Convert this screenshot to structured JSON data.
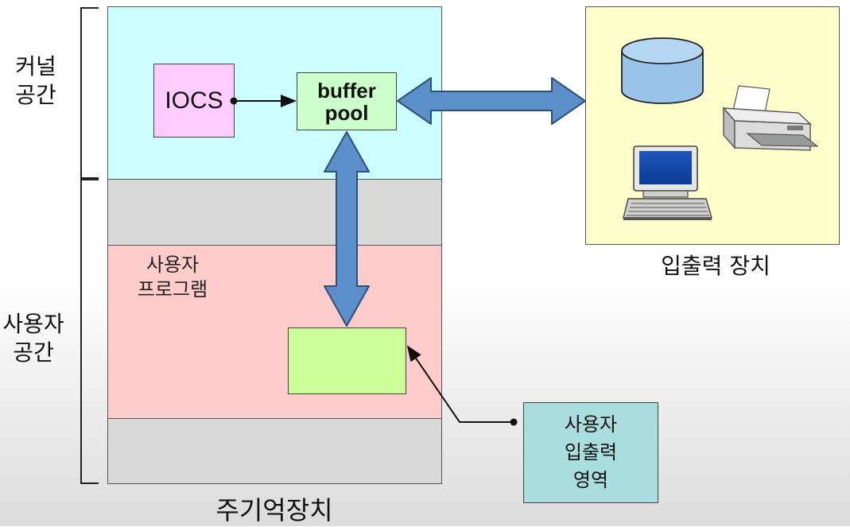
{
  "labels": {
    "kernel_space": [
      "커널",
      "공간"
    ],
    "user_space": [
      "사용자",
      "공간"
    ],
    "iocs": "IOCS",
    "buffer_pool": [
      "buffer",
      "pool"
    ],
    "user_program": [
      "사용자",
      "프로그램"
    ],
    "io_devices": "입출력 장치",
    "main_memory": "주기억장치",
    "user_io_area": [
      "사용자",
      "입출력",
      "영역"
    ]
  },
  "colors": {
    "kernel_region": "#ccffff",
    "gray_region": "#d9d9d9",
    "user_region": "#ffcccc",
    "iocs": "#ffccff",
    "buffer_pool": "#ccffcc",
    "user_buffer": "#ccff99",
    "io_box": "#ffffcc",
    "user_io_box": "#aadddd",
    "arrow_fill": "#5b8fc9",
    "arrow_stroke": "#2f4f78"
  },
  "icons": [
    "database-icon",
    "printer-icon",
    "computer-icon"
  ]
}
